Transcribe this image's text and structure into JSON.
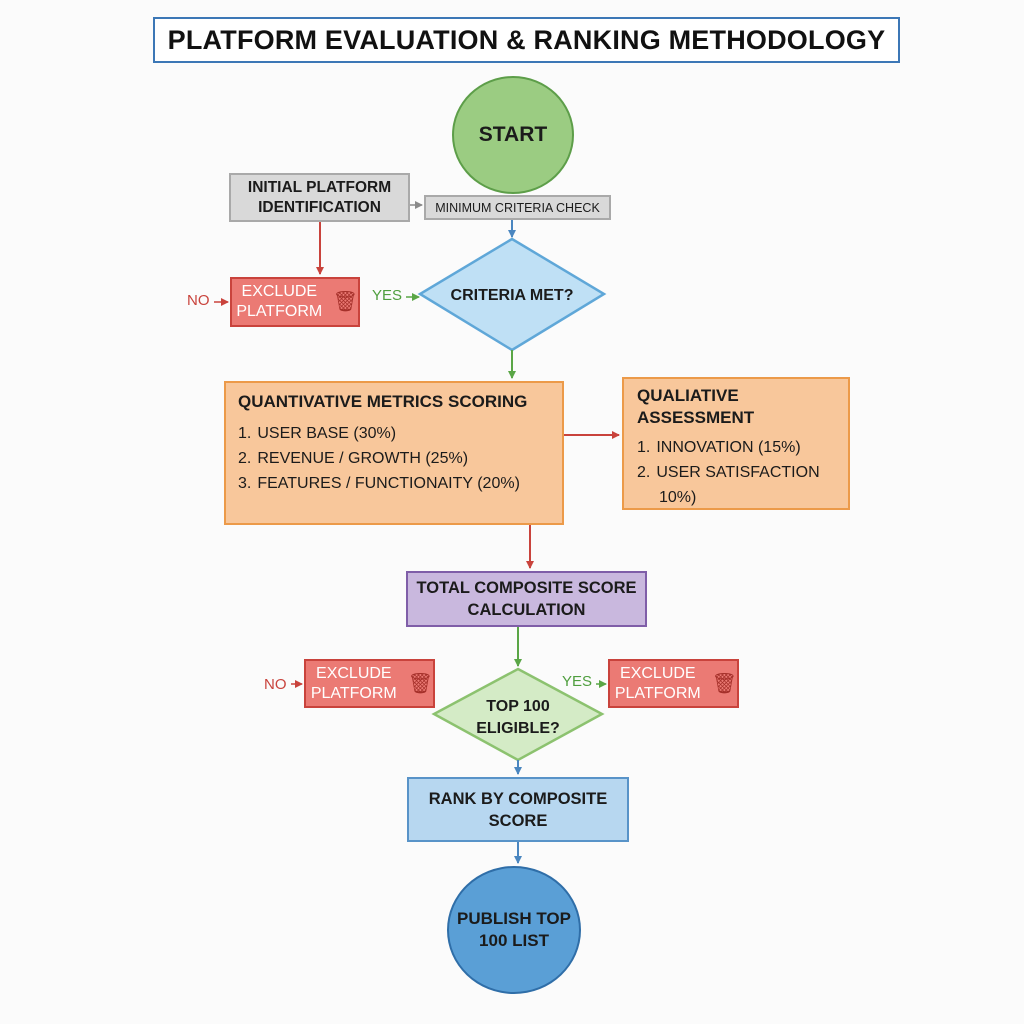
{
  "title": "PLATFORM EVALUATION & RANKING METHODOLOGY",
  "nodes": {
    "start": "START",
    "initial": "INITIAL PLATFORM IDENTIFICATION",
    "min_criteria": "MINIMUM CRITERIA CHECK",
    "criteria_met": "CRITERIA MET?",
    "exclude_1": "EXCLUDE PLATFORM",
    "quant": {
      "heading": "QUANTIVATIVE METRICS SCORING",
      "items": [
        "USER BASE (30%)",
        "REVENUE / GROWTH (25%)",
        "FEATURES / FUNCTIONAITY (20%)"
      ]
    },
    "qual": {
      "heading": "QUALIATIVE ASSESSMENT",
      "items": [
        "INNOVATION (15%)",
        "USER SATISFACTION 10%)"
      ]
    },
    "total": "TOTAL COMPOSITE SCORE CALCULATION",
    "top100": "TOP 100 ELIGIBLE?",
    "exclude_2": "EXCLUDE PLATFORM",
    "exclude_3": "EXCLUDE PLATFORM",
    "rank": "RANK BY COMPOSITE SCORE",
    "publish": "PUBLISH TOP 100 LIST"
  },
  "labels": {
    "no_1": "NO",
    "yes_1": "YES",
    "no_2": "NO",
    "yes_2": "YES"
  },
  "icons": {
    "exclude": "trash-icon"
  },
  "colors": {
    "start": "#9bcc82",
    "publish": "#5a9fd6",
    "exclude": "#eb7a74",
    "scoring": "#f8c79b",
    "total": "#c9b8de",
    "rank": "#b7d7f0",
    "decision_1": "#bfe0f5",
    "decision_2": "#d4ebc6"
  }
}
